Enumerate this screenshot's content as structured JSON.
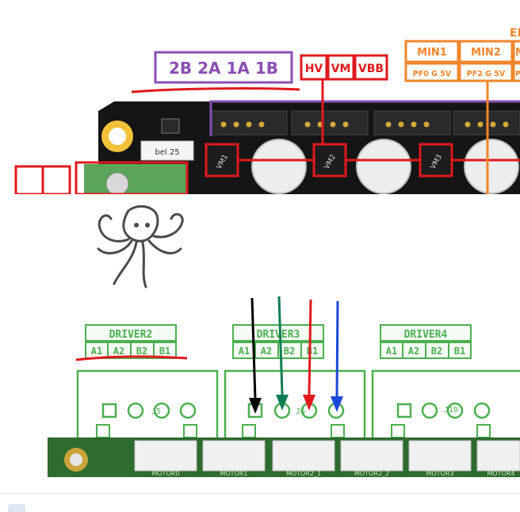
{
  "top_board": {
    "stepper_pin_label": "2B 2A 1A 1B",
    "power_labels": [
      "HV",
      "VM",
      "VBB"
    ],
    "endstop_header": "EN",
    "endstop_labels": [
      "MIN1",
      "MIN2",
      "M"
    ],
    "endstop_pin_labels": [
      "PF0 G 5V",
      "PF2 G 5V",
      "PF"
    ],
    "silkscreen": {
      "fuse": "bel 25",
      "vm_markers": [
        "VM1",
        "VM2",
        "VM3"
      ]
    },
    "colors": {
      "board": "#151515",
      "stepper_box": "#8a4fb4",
      "power_box": "#e0191e",
      "endstop_box": "#f2862c",
      "underline": "#e0191e"
    }
  },
  "bottom_board": {
    "driver_labels": [
      "DRIVER2",
      "DRIVER3",
      "DRIVER4"
    ],
    "pin_labels": [
      "A1",
      "A2",
      "B2",
      "B1"
    ],
    "connector_labels": [
      "J5",
      "J6",
      "J10"
    ],
    "motor_labels": [
      "MOTOR0",
      "MOTOR1",
      "MOTOR2_1",
      "MOTOR2_2",
      "MOTOR3",
      "MOTOR4"
    ],
    "arrow_colors": [
      "#000000",
      "#0f7d54",
      "#e0191e",
      "#1a48d8"
    ],
    "colors": {
      "silkscreen": "#4caf50",
      "board": "#2e7d32"
    }
  }
}
